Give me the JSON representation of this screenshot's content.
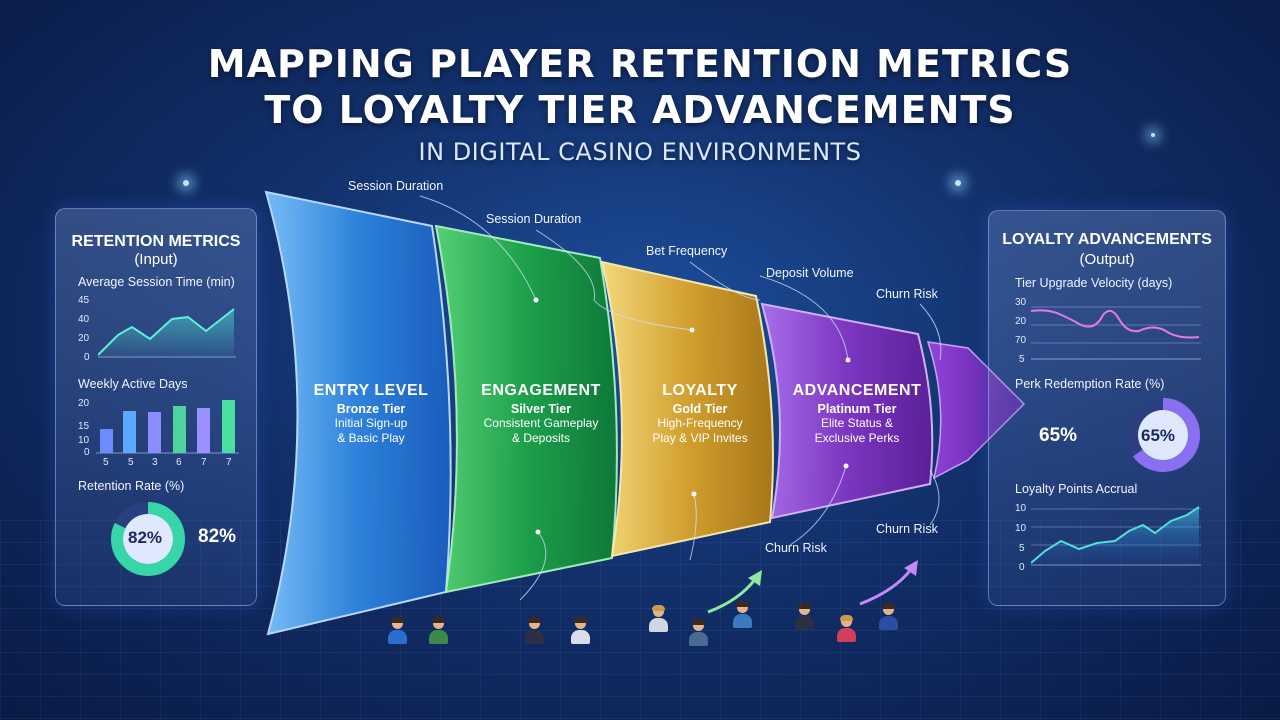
{
  "title_line1": "MAPPING PLAYER RETENTION METRICS",
  "title_line2": "TO LOYALTY TIER ADVANCEMENTS",
  "subtitle": "IN DIGITAL CASINO ENVIRONMENTS",
  "left_panel": {
    "title": "RETENTION METRICS",
    "subtitle": "(Input)",
    "session_chart": {
      "label": "Average Session Time (min)",
      "y_ticks": [
        "45",
        "40",
        "20",
        "0"
      ]
    },
    "active_days_chart": {
      "label": "Weekly Active Days",
      "y_ticks": [
        "20",
        "15",
        "10",
        "0"
      ],
      "x_ticks": [
        "5",
        "5",
        "3",
        "6",
        "7",
        "7"
      ]
    },
    "retention": {
      "label": "Retention Rate (%)",
      "ring_value": "82%",
      "value": "82%",
      "percent": 82
    }
  },
  "right_panel": {
    "title": "LOYALTY ADVANCEMENTS",
    "subtitle": "(Output)",
    "velocity_chart": {
      "label": "Tier Upgrade Velocity (days)",
      "y_ticks": [
        "30",
        "20",
        "70",
        "5"
      ]
    },
    "perk": {
      "label": "Perk Redemption Rate (%)",
      "value": "65%",
      "ring_value": "65%",
      "percent": 65
    },
    "points_chart": {
      "label": "Loyalty Points Accrual",
      "y_ticks": [
        "10",
        "10",
        "5",
        "0"
      ]
    }
  },
  "stages": [
    {
      "title": "ENTRY LEVEL",
      "tier": "Bronze Tier",
      "desc1": "Initial Sign-up",
      "desc2": "& Basic Play",
      "color": "#3b8fe8"
    },
    {
      "title": "ENGAGEMENT",
      "tier": "Silver Tier",
      "desc1": "Consistent Gameplay",
      "desc2": "& Deposits",
      "color": "#1fa84a"
    },
    {
      "title": "LOYALTY",
      "tier": "Gold Tier",
      "desc1": "High-Frequency",
      "desc2": "Play & VIP Invites",
      "color": "#d9a520"
    },
    {
      "title": "ADVANCEMENT",
      "tier": "Platinum Tier",
      "desc1": "Elite Status &",
      "desc2": "Exclusive Perks",
      "color": "#8a3fc8"
    }
  ],
  "metric_labels": {
    "m1": "Session Duration",
    "m2": "Session Duration",
    "m3": "Bet Frequency",
    "m4": "Deposit Volume",
    "m5": "Churn Risk",
    "m6": "Churn Risk",
    "m7": "Churn Risk"
  }
}
